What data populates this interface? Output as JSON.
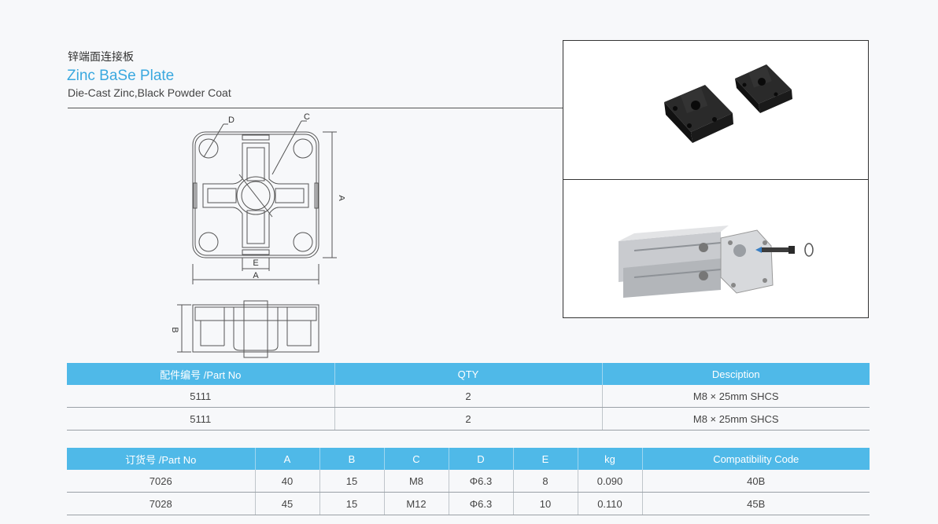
{
  "header": {
    "cn_title": "锌端面连接板",
    "title": "Zinc BaSe Plate",
    "subtitle": "Die-Cast Zinc,Black Powder Coat"
  },
  "drawing": {
    "label_a_bottom": "A",
    "label_a_side": "A",
    "label_b": "B",
    "label_c": "C",
    "label_d": "D",
    "label_e": "E"
  },
  "parts_table": {
    "headers": [
      "配件编号 /Part No",
      "QTY",
      "Desciption"
    ],
    "rows": [
      [
        "5111",
        "2",
        "M8 × 25mm SHCS"
      ],
      [
        "5111",
        "2",
        "M8 × 25mm SHCS"
      ]
    ]
  },
  "order_table": {
    "headers": [
      "订货号 /Part No",
      "A",
      "B",
      "C",
      "D",
      "E",
      "kg",
      "Compatibility Code"
    ],
    "rows": [
      [
        "7026",
        "40",
        "15",
        "M8",
        "Φ6.3",
        "8",
        "0.090",
        "40B"
      ],
      [
        "7028",
        "45",
        "15",
        "M12",
        "Φ6.3",
        "10",
        "0.110",
        "45B"
      ]
    ]
  }
}
